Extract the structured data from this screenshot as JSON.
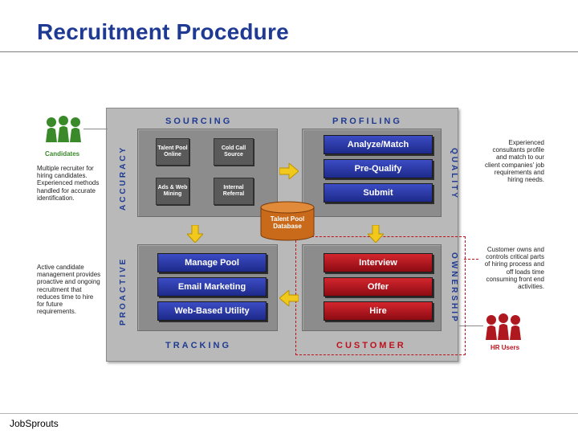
{
  "slide": {
    "title": "Recruitment Procedure",
    "footer": "JobSprouts"
  },
  "diagram": {
    "headers": {
      "sourcing": "SOURCING",
      "profiling": "PROFILING",
      "tracking": "TRACKING",
      "customer": "CUSTOMER"
    },
    "side_labels": {
      "accuracy": "ACCURACY",
      "proactive": "PROACTIVE",
      "quality": "QUALITY",
      "ownership": "OWNERSHIP"
    },
    "sourcing_tiles": [
      {
        "label": "Talent Pool Online"
      },
      {
        "label": "Cold Call Source"
      },
      {
        "label": "Ads & Web Mining"
      },
      {
        "label": "Internal Referral"
      }
    ],
    "profiling_bars": [
      "Analyze/Match",
      "Pre-Qualify",
      "Submit"
    ],
    "tracking_bars": [
      "Manage Pool",
      "Email Marketing",
      "Web-Based Utility"
    ],
    "customer_bars": [
      "Interview",
      "Offer",
      "Hire"
    ],
    "database": "Talent Pool Database",
    "candidates_label": "Candidates",
    "hr_users_label": "HR Users",
    "notes": {
      "left_top": "Multiple recruiter for hiring candidates. Experienced methods handled for accurate identification.",
      "left_bottom": "Active candidate management provides proactive and ongoing recruitment that reduces time to hire for future requirements.",
      "right_top": "Experienced consultants profile and match to our client companies' job requirements and hiring needs.",
      "right_bottom": "Customer owns and controls critical parts of hiring process and off loads time consuming front end activities."
    },
    "colors": {
      "title": "#1f3a93",
      "blue_bar": "#2a38a8",
      "red_bar": "#b01820",
      "arrow": "#f2c81c",
      "database": "#c96a1a",
      "people_green": "#3a8a2a",
      "people_red": "#b01820"
    }
  }
}
